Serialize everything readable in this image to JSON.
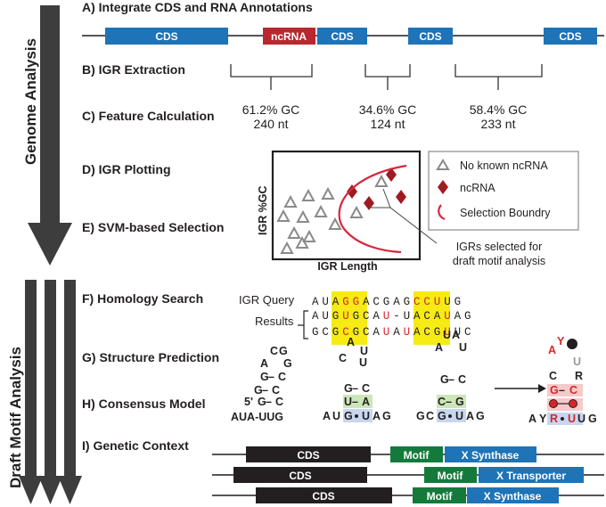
{
  "side_labels": {
    "top": "Genome Analysis",
    "bottom": "Draft Motif Analysis"
  },
  "steps": [
    "A) Integrate CDS and RNA Annotations",
    "B) IGR Extraction",
    "C) Feature Calculation",
    "D) IGR Plotting",
    "E) SVM-based Selection",
    "F) Homology Search",
    "G) Structure Prediction",
    "H) Consensus Model",
    "I) Genetic Context"
  ],
  "genome_track": [
    "CDS",
    "ncRNA",
    "CDS",
    "CDS",
    "CDS"
  ],
  "igr_stats": [
    {
      "gc": "61.2% GC",
      "len": "240 nt"
    },
    {
      "gc": "34.6% GC",
      "len": "124 nt"
    },
    {
      "gc": "58.4% GC",
      "len": "233 nt"
    }
  ],
  "plot": {
    "ylabel": "IGR %GC",
    "xlabel": "IGR Length",
    "callout": [
      "IGRs selected for",
      "draft motif analysis"
    ]
  },
  "legend": [
    "No known ncRNA",
    "ncRNA",
    "Selection Boundry"
  ],
  "homology": {
    "query_label": "IGR Query",
    "results_label": "Results",
    "query": [
      "A",
      "U",
      "A",
      "G",
      "G",
      "A",
      "C",
      "G",
      "A",
      "G",
      "C",
      "C",
      "U",
      "U",
      "G"
    ],
    "results": [
      [
        "A",
        "U",
        "G",
        "U",
        "G",
        "C",
        "A",
        "U",
        "-",
        "U",
        "A",
        "C",
        "A",
        "U",
        "A",
        "G"
      ],
      [
        "G",
        "C",
        "G",
        "C",
        "G",
        "C",
        "A",
        "U",
        "A",
        "U",
        "A",
        "C",
        "G",
        "U",
        "U",
        "C"
      ]
    ]
  },
  "structures": {
    "s1": {
      "loop": [
        "C",
        "G"
      ],
      "side": [
        "A",
        "G"
      ],
      "pairs": [
        [
          "G",
          "C"
        ],
        [
          "G",
          "C"
        ],
        [
          "G",
          "C"
        ]
      ],
      "five": "5'",
      "base": "AUA-UUG"
    },
    "s2": {
      "loop": [
        "A",
        "U"
      ],
      "side": [
        "C",
        "U"
      ],
      "pairs": [
        [
          "G",
          "C"
        ],
        [
          "U",
          "A"
        ],
        [
          "G",
          "U"
        ]
      ],
      "base": [
        "A",
        "U",
        "G",
        "U",
        "A",
        "G"
      ]
    },
    "s3": {
      "loop": [
        "U",
        "A"
      ],
      "side": [
        "A",
        "U"
      ],
      "pairs": [
        [
          "G",
          "C"
        ],
        [
          "C",
          "G"
        ],
        [
          "G",
          "U"
        ]
      ],
      "base": [
        "G",
        "C",
        "G",
        "U",
        "A",
        "G"
      ]
    },
    "s4": {
      "top": [
        "A",
        "Y"
      ],
      "mid": [
        "C",
        "U",
        "R"
      ],
      "pairs": [
        [
          "G",
          "C"
        ],
        [
          "",
          ""
        ]
      ],
      "base": [
        "A",
        "Y",
        "R",
        "U",
        "U",
        "G"
      ]
    }
  },
  "genetic_context": [
    {
      "cds": "CDS",
      "motif": "Motif",
      "gene": "X Synthase"
    },
    {
      "cds": "CDS",
      "motif": "Motif",
      "gene": "X Transporter"
    },
    {
      "cds": "CDS",
      "motif": "Motif",
      "gene": "X Synthase"
    }
  ],
  "colors": {
    "cds": "#1f73b7",
    "ncrna": "#b8282e",
    "motif": "#147a3c",
    "dark": "#231f20",
    "highlight": "#f6eb14",
    "red": "#d7262b",
    "arrow": "#3d3d3d"
  }
}
